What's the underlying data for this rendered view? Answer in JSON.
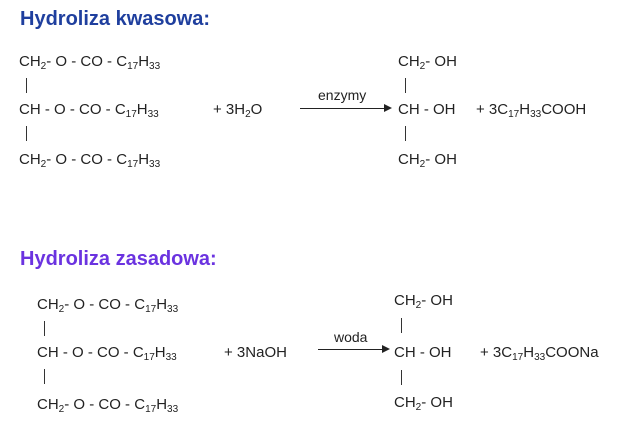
{
  "colors": {
    "acid_heading": "#1f3f9e",
    "base_heading": "#6b33e0",
    "text": "#222222"
  },
  "acid": {
    "heading": "Hydroliza kwasowa:",
    "condition": "enzymy",
    "reactant_rows": [
      [
        {
          "t": "CH"
        },
        {
          "s": "2"
        },
        {
          "t": "- O - CO - C"
        },
        {
          "s": "17"
        },
        {
          "t": "H"
        },
        {
          "s": "33"
        }
      ],
      [
        {
          "t": "CH - O - CO - C"
        },
        {
          "s": "17"
        },
        {
          "t": "H"
        },
        {
          "s": "33"
        }
      ],
      [
        {
          "t": "CH"
        },
        {
          "s": "2"
        },
        {
          "t": "- O - CO - C"
        },
        {
          "s": "17"
        },
        {
          "t": "H"
        },
        {
          "s": "33"
        }
      ]
    ],
    "reagent": [
      {
        "t": "+ 3H"
      },
      {
        "s": "2"
      },
      {
        "t": "O"
      }
    ],
    "product_rows": [
      [
        {
          "t": "CH"
        },
        {
          "s": "2"
        },
        {
          "t": "- OH"
        }
      ],
      [
        {
          "t": "CH - OH"
        }
      ],
      [
        {
          "t": "CH"
        },
        {
          "s": "2"
        },
        {
          "t": "- OH"
        }
      ]
    ],
    "side_product": [
      {
        "t": "+ 3C"
      },
      {
        "s": "17"
      },
      {
        "t": "H"
      },
      {
        "s": "33"
      },
      {
        "t": "COOH"
      }
    ]
  },
  "base": {
    "heading": "Hydroliza zasadowa:",
    "condition": "woda",
    "reactant_rows": [
      [
        {
          "t": "CH"
        },
        {
          "s": "2"
        },
        {
          "t": "- O - CO - C"
        },
        {
          "s": "17"
        },
        {
          "t": "H"
        },
        {
          "s": "33"
        }
      ],
      [
        {
          "t": "CH - O - CO - C"
        },
        {
          "s": "17"
        },
        {
          "t": "H"
        },
        {
          "s": "33"
        }
      ],
      [
        {
          "t": "CH"
        },
        {
          "s": "2"
        },
        {
          "t": "- O - CO - C"
        },
        {
          "s": "17"
        },
        {
          "t": "H"
        },
        {
          "s": "33"
        }
      ]
    ],
    "reagent": [
      {
        "t": "+ 3NaOH"
      }
    ],
    "product_rows": [
      [
        {
          "t": "CH"
        },
        {
          "s": "2"
        },
        {
          "t": "- OH"
        }
      ],
      [
        {
          "t": "CH - OH"
        }
      ],
      [
        {
          "t": "CH"
        },
        {
          "s": "2"
        },
        {
          "t": "- OH"
        }
      ]
    ],
    "side_product": [
      {
        "t": "+ 3C"
      },
      {
        "s": "17"
      },
      {
        "t": "H"
      },
      {
        "s": "33"
      },
      {
        "t": "COONa"
      }
    ]
  }
}
